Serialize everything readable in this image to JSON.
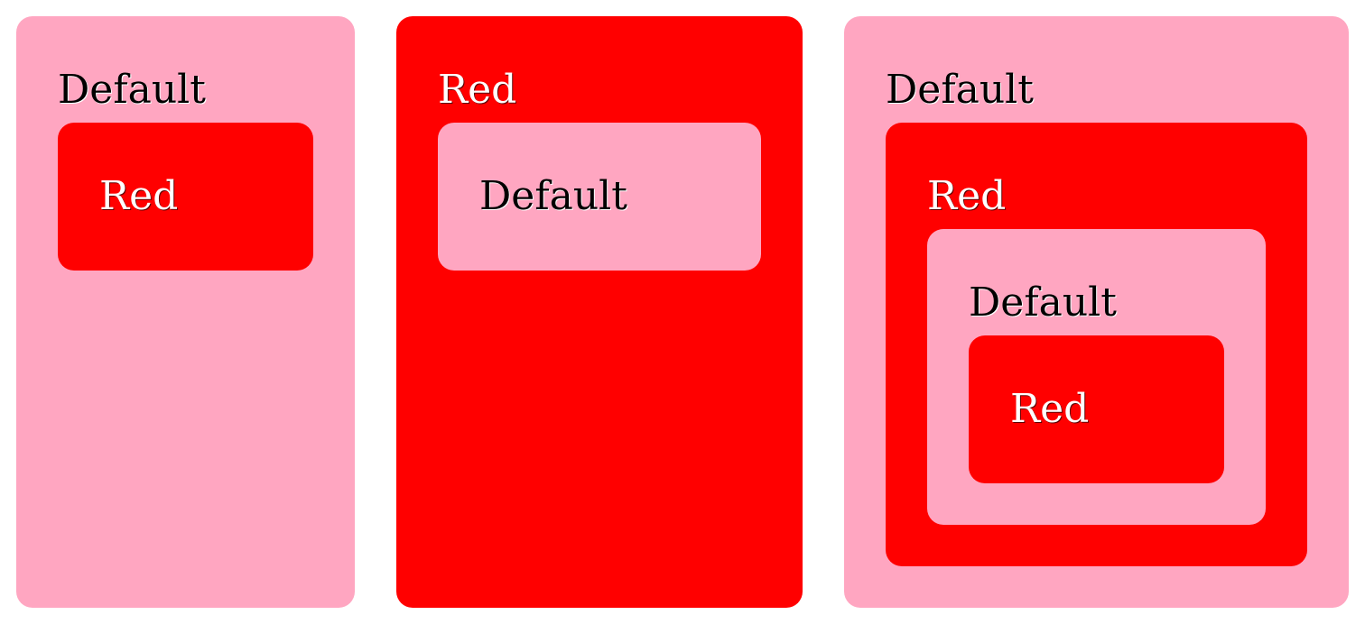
{
  "colors": {
    "default_bg": "#ffa6c1",
    "red_bg": "#ff0000",
    "default_text": "#000000",
    "red_text": "#ffffff"
  },
  "panels": [
    {
      "theme": "Default",
      "label": "Default",
      "child": {
        "theme": "Red",
        "label": "Red"
      }
    },
    {
      "theme": "Red",
      "label": "Red",
      "child": {
        "theme": "Default",
        "label": "Default"
      }
    },
    {
      "theme": "Default",
      "label": "Default",
      "child": {
        "theme": "Red",
        "label": "Red",
        "child": {
          "theme": "Default",
          "label": "Default",
          "child": {
            "theme": "Red",
            "label": "Red"
          }
        }
      }
    }
  ]
}
